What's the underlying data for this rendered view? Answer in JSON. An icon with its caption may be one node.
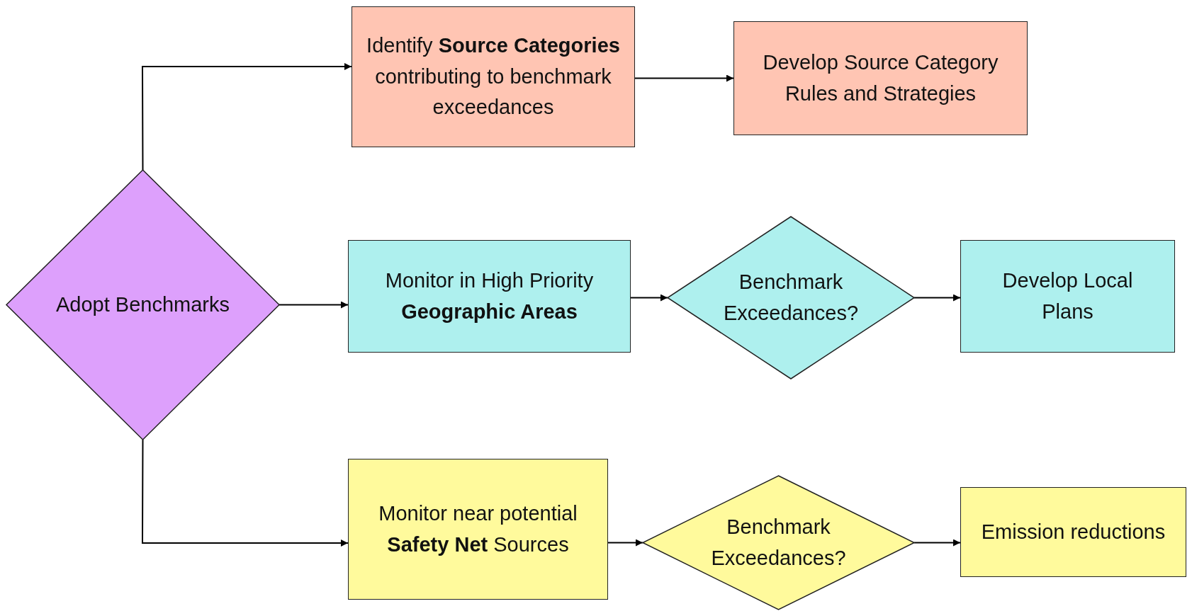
{
  "diagram": {
    "nodes": [
      {
        "text": [
          "Adopt Benchmarks"
        ]
      },
      {
        "text": [
          "Identify **Source Categories** contributing to benchmark exceedances"
        ]
      },
      {
        "text": [
          "Develop Source Category Rules and Strategies"
        ]
      },
      {
        "text": [
          "Monitor in High Priority **Geographic Areas**"
        ]
      },
      {
        "text": [
          "Benchmark Exceedances?"
        ]
      },
      {
        "text": [
          "Develop Local Plans"
        ]
      },
      {
        "text": [
          "Monitor near potential **Safety Net** Sources"
        ]
      },
      {
        "text": [
          "Benchmark Exceedances?"
        ]
      },
      {
        "text": [
          "Emission reductions"
        ]
      }
    ],
    "edges": [
      {
        "from": 0,
        "to": 1,
        "arrow": "to"
      },
      {
        "from": 1,
        "to": 2,
        "arrow": "to"
      },
      {
        "from": 0,
        "to": 3,
        "arrow": "to"
      },
      {
        "from": 3,
        "to": 4,
        "arrow": "to"
      },
      {
        "from": 4,
        "to": 5,
        "arrow": "to"
      },
      {
        "from": 0,
        "to": 6,
        "arrow": "to"
      },
      {
        "from": 6,
        "to": 7,
        "arrow": "to"
      },
      {
        "from": 7,
        "to": 8,
        "arrow": "to"
      }
    ]
  }
}
